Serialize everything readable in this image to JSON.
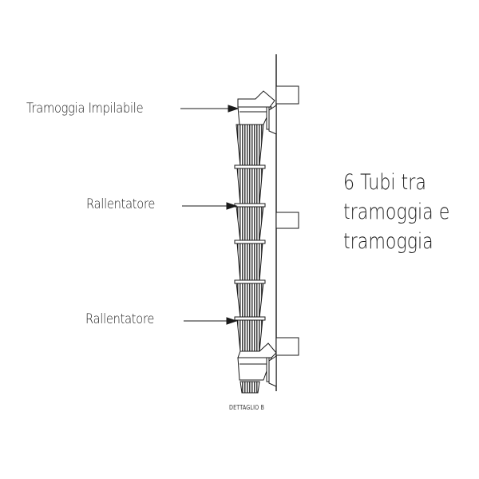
{
  "labels": {
    "hopper": "Tramoggia Impilabile",
    "slower_top": "Rallentatore",
    "slower_bottom": "Rallentatore"
  },
  "note": {
    "line1": "6 Tubi tra",
    "line2": "tramoggia e",
    "line3": "tramoggia"
  },
  "caption": "DETTAGLIO B"
}
